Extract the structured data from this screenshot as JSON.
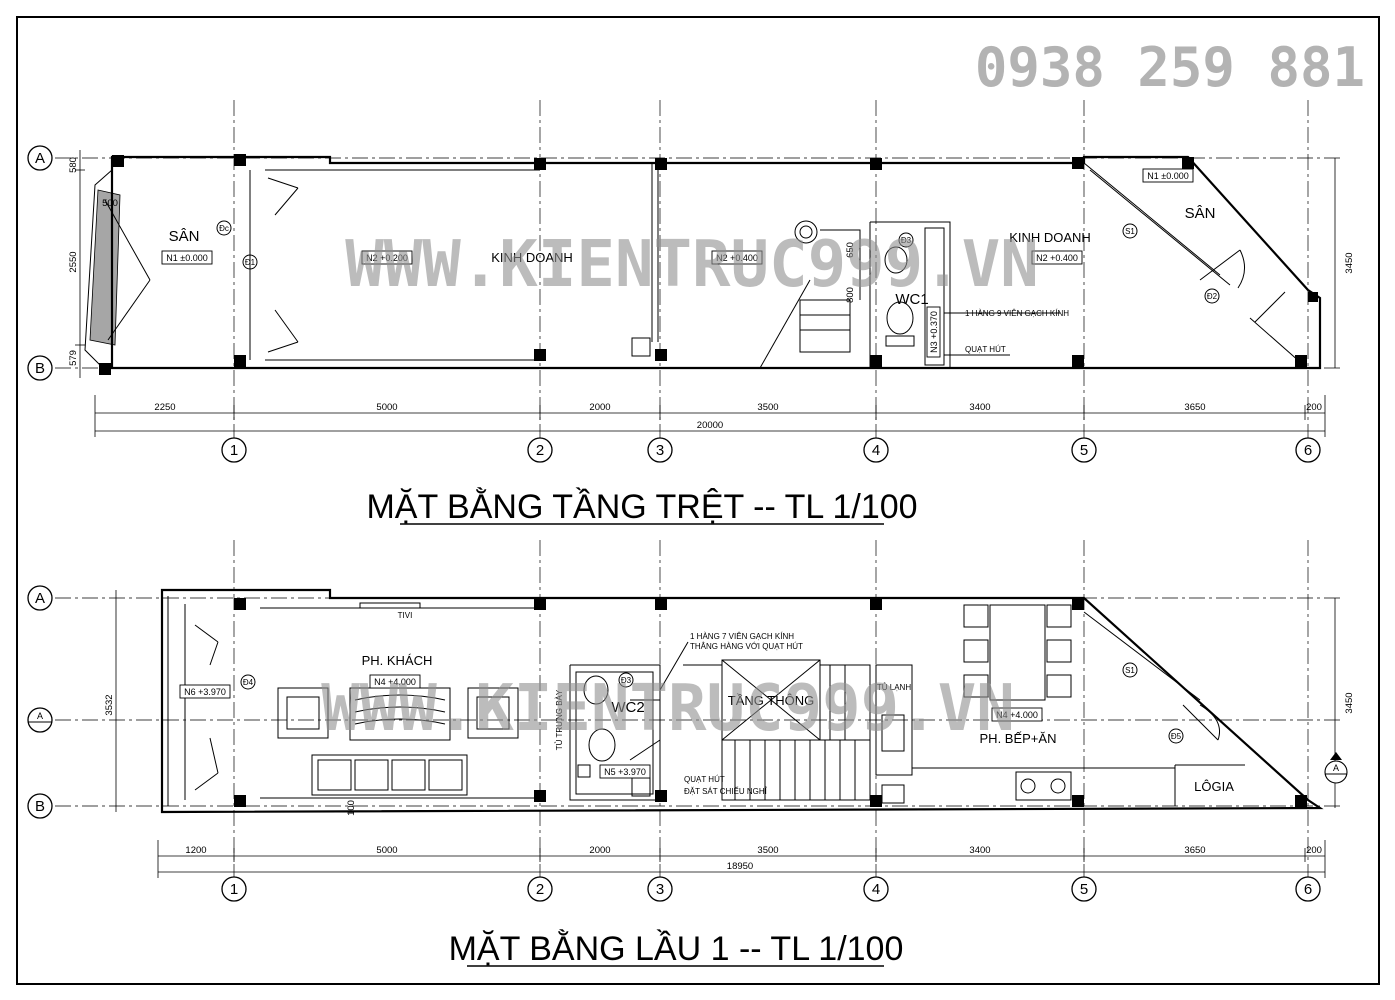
{
  "phone": "0938 259 881",
  "watermark": "WWW.KIENTRUC999.VN",
  "plans": [
    {
      "title": "MẶT BẰNG TẦNG TRỆT -- TL 1/100",
      "rooms": {
        "san_left": "SÂN",
        "kinh_doanh_1": "KINH DOANH",
        "kinh_doanh_2": "KINH DOANH",
        "wc": "WC1",
        "san_right": "SÂN"
      },
      "levels": [
        "N1 ±0.000",
        "N2 +0.200",
        "N2 +0.400",
        "N2 +0.400",
        "N1 ±0.000",
        "N3 +0.370"
      ],
      "notes": [
        "1 HÀNG 9 VIÊN GẠCH KÍNH",
        "QUẠT HÚT"
      ],
      "doors": [
        "Đc",
        "Đ1",
        "Đ3",
        "S1",
        "Đ2"
      ],
      "stair_dims": [
        "650",
        "800"
      ],
      "side_dims": [
        "580",
        "2550",
        "579",
        "500"
      ],
      "right_dim": "3450",
      "dims_bottom": [
        "2250",
        "5000",
        "2000",
        "3500",
        "3400",
        "3650",
        "200"
      ],
      "dim_total": "20000",
      "axis_rows": [
        "A",
        "B"
      ],
      "axis_cols": [
        "1",
        "2",
        "3",
        "4",
        "5",
        "6"
      ]
    },
    {
      "title": "MẶT BẰNG  LẦU 1 -- TL 1/100",
      "rooms": {
        "khach": "PH. KHÁCH",
        "wc": "WC2",
        "thong": "TẦNG THÔNG",
        "bep": "PH. BẾP+ĂN",
        "logia": "LÔGIA"
      },
      "labels": {
        "tivi": "TIVI",
        "tu_lanh": "TỦ LẠNH",
        "tu_trung_bay": "TỦ TRƯNG BÀY"
      },
      "levels": [
        "N6 +3.970",
        "N4 +4.000",
        "N5 +3.970",
        "N4 +4.000"
      ],
      "notes": [
        "1 HÀNG 7 VIÊN GẠCH KÍNH",
        "THẲNG HÀNG VỚI QUẠT HÚT",
        "QUẠT HÚT",
        "ĐẶT SÁT CHIẾU NGHỈ"
      ],
      "doors": [
        "Đ4",
        "Đ3",
        "S1",
        "Đ5"
      ],
      "side_dims": [
        "3532",
        "100"
      ],
      "right_dim": "3450",
      "dims_bottom": [
        "1200",
        "5000",
        "2000",
        "3500",
        "3400",
        "3650",
        "200"
      ],
      "dim_total": "18950",
      "axis_rows": [
        "A",
        "A",
        "B"
      ],
      "axis_cols": [
        "1",
        "2",
        "3",
        "4",
        "5",
        "6"
      ],
      "section_mark": "A"
    }
  ]
}
